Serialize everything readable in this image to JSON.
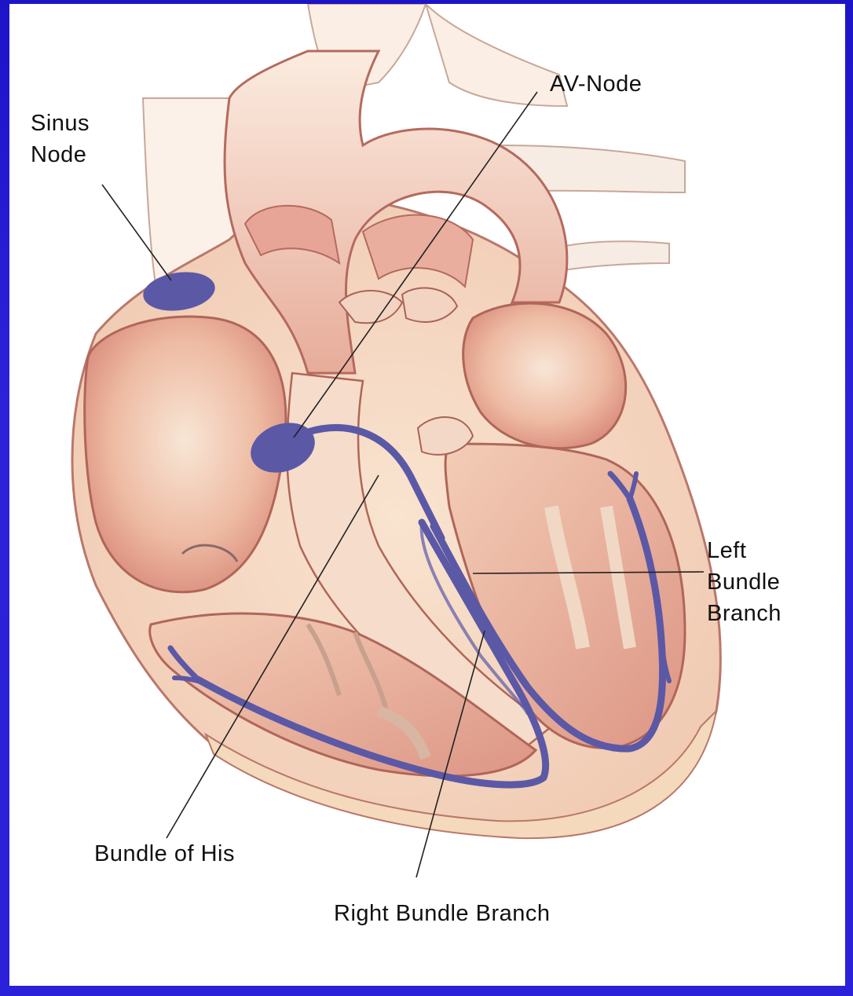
{
  "colors": {
    "frame": "#2a21d8",
    "panel": "#ffffff",
    "myocardium": "#f2c9b0",
    "chamber_interior": "#e9b29c",
    "chamber_shadow": "#c9786c",
    "vessel_wall": "#f6e3d2",
    "outline": "#b0645a",
    "conduction": "#5b58a6",
    "leader_line": "#222222",
    "label_text": "#111111"
  },
  "labels": {
    "sinus_node": [
      "Sinus",
      "Node"
    ],
    "av_node": "AV-Node",
    "left_bundle_branch": [
      "Left",
      "Bundle",
      "Branch"
    ],
    "bundle_of_his": "Bundle of His",
    "right_bundle_branch": "Right Bundle Branch"
  }
}
